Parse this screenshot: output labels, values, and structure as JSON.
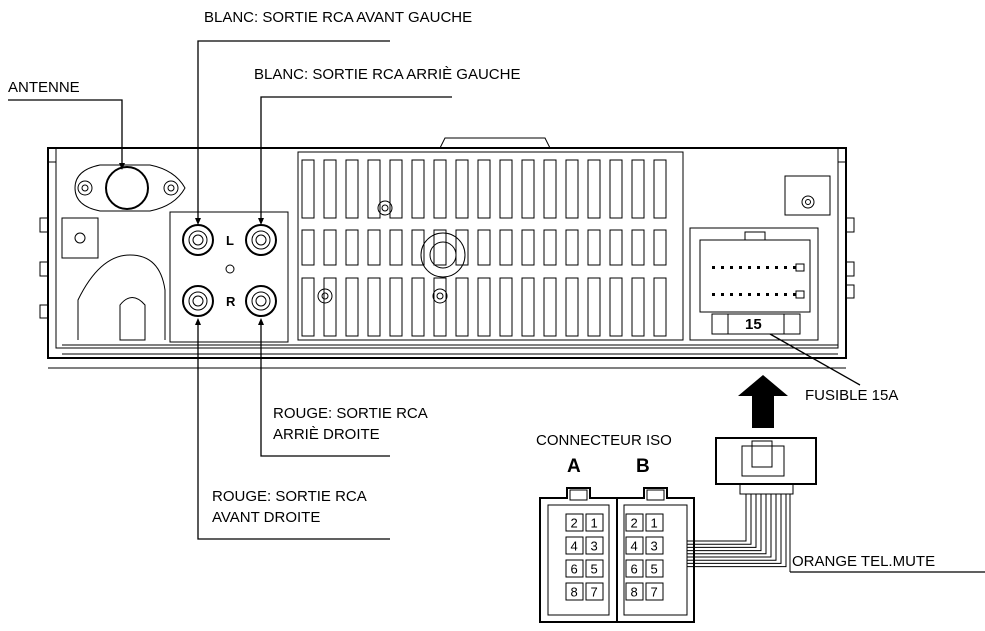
{
  "labels": {
    "blanc_avant_gauche": "BLANC: SORTIE RCA AVANT GAUCHE",
    "blanc_arriere_gauche": "BLANC: SORTIE RCA ARRIÈ GAUCHE",
    "antenne": "ANTENNE",
    "rouge_arriere_droite_1": "ROUGE: SORTIE RCA",
    "rouge_arriere_droite_2": "ARRIÈ DROITE",
    "rouge_avant_droite_1": "ROUGE: SORTIE RCA",
    "rouge_avant_droite_2": "AVANT DROITE",
    "fusible": "FUSIBLE 15A",
    "connecteur_iso": "CONNECTEUR ISO",
    "orange_tel_mute": "ORANGE TEL.MUTE"
  },
  "rca": {
    "left_letter": "L",
    "right_letter": "R"
  },
  "fuse": {
    "value": "15"
  },
  "iso_connector": {
    "a_label": "A",
    "b_label": "B",
    "a_pins": [
      "2",
      "1",
      "4",
      "3",
      "6",
      "5",
      "8",
      "7"
    ],
    "b_pins": [
      "2",
      "1",
      "4",
      "3",
      "6",
      "5",
      "8",
      "7"
    ]
  }
}
